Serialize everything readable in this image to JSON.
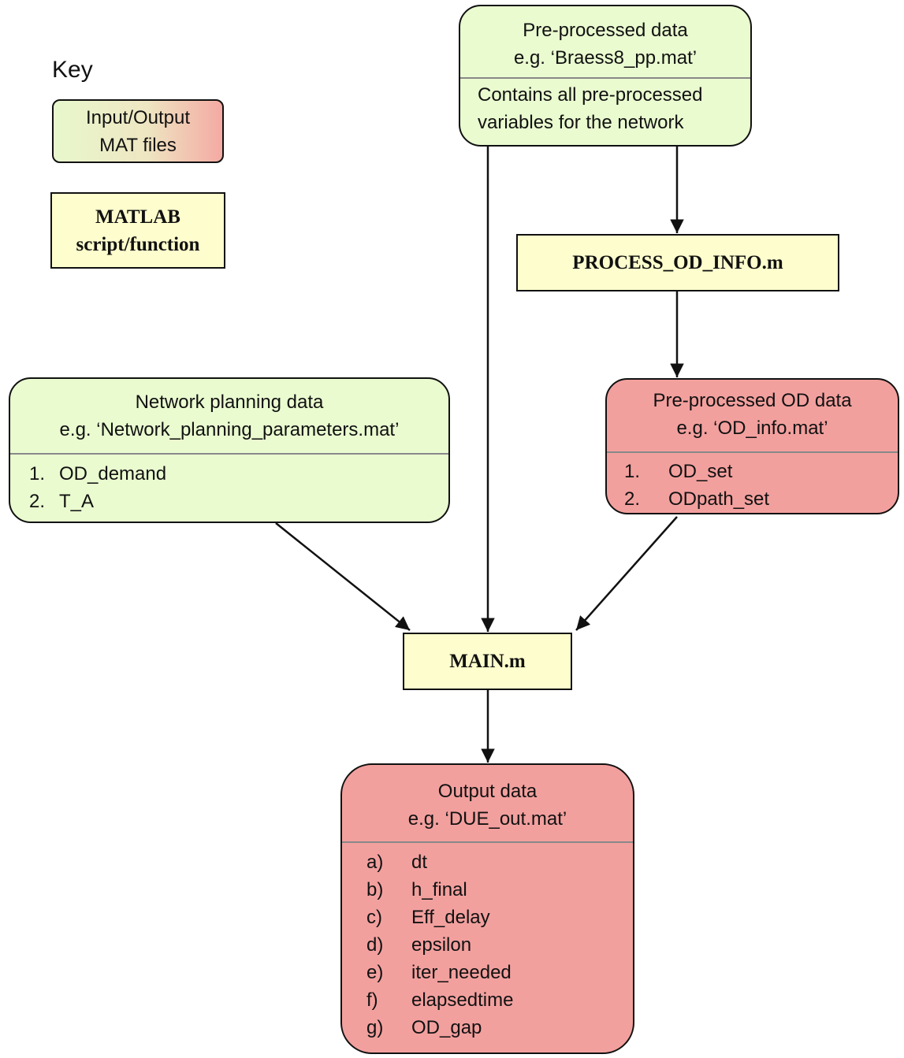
{
  "key": {
    "title": "Key",
    "io_label": [
      "Input/Output",
      "MAT files"
    ],
    "script_label": [
      "MATLAB",
      "script/function"
    ]
  },
  "preprocessed": {
    "title": "Pre-processed  data",
    "example": "e.g. ‘Braess8_pp.mat’",
    "body": [
      "Contains all pre-processed",
      "variables for the network"
    ]
  },
  "process_od": {
    "label": "PROCESS_OD_INFO.m"
  },
  "network_planning": {
    "title": "Network planning data",
    "example": "e.g. ‘Network_planning_parameters.mat’",
    "items": [
      {
        "marker": "1.",
        "text": "OD_demand"
      },
      {
        "marker": "2.",
        "text": "T_A"
      }
    ]
  },
  "od_data": {
    "title": "Pre-processed  OD data",
    "example": "e.g. ‘OD_info.mat’",
    "items": [
      {
        "marker": "1.",
        "text": "OD_set"
      },
      {
        "marker": "2.",
        "text": "ODpath_set"
      }
    ]
  },
  "main": {
    "label": "MAIN.m"
  },
  "output": {
    "title": "Output data",
    "example": "e.g. ‘DUE_out.mat’",
    "items": [
      {
        "marker": "a)",
        "text": "dt"
      },
      {
        "marker": "b)",
        "text": "h_final"
      },
      {
        "marker": "c)",
        "text": "Eff_delay"
      },
      {
        "marker": "d)",
        "text": "epsilon"
      },
      {
        "marker": "e)",
        "text": "iter_needed"
      },
      {
        "marker": "f)",
        "text": "elapsedtime"
      },
      {
        "marker": "g)",
        "text": "OD_gap"
      }
    ]
  },
  "colors": {
    "input_green": "#eafbd0",
    "output_red": "#f2a09e",
    "script_yellow": "#fdfdcd"
  }
}
